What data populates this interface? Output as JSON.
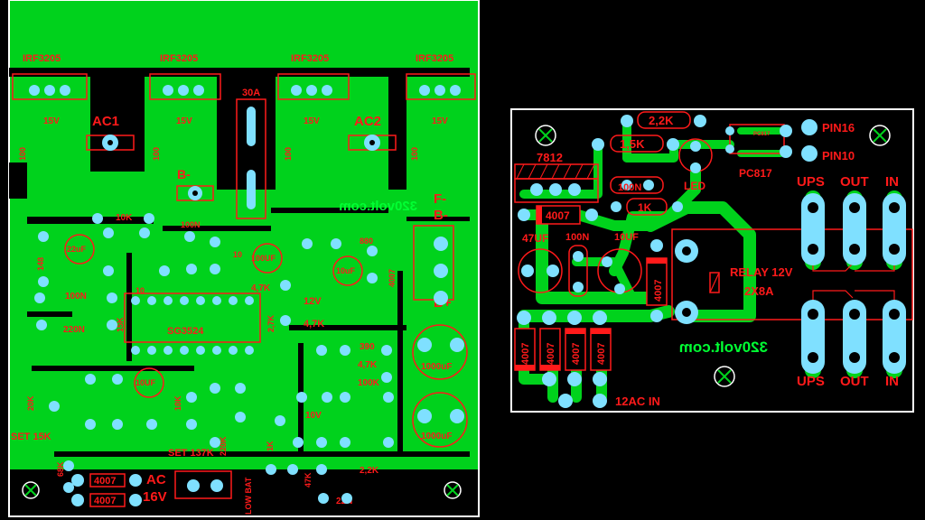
{
  "colors": {
    "background": "#000000",
    "copper": "#00d21c",
    "silkscreen": "#ff1a1a",
    "pad": "#7fe0ff",
    "outline": "#ffffff",
    "watermark": "#00ff33"
  },
  "left_board": {
    "mosfets": [
      "IRF3205",
      "IRF3205",
      "IRF3205",
      "IRF3205"
    ],
    "zeners": [
      "15V",
      "15V",
      "15V",
      "15V"
    ],
    "resistors_gate": [
      "100",
      "100",
      "100",
      "100"
    ],
    "ac1": "AC1",
    "ac2": "AC2",
    "b_minus_center": "B-",
    "fuse": "30A",
    "f_minus": "F-",
    "b_minus_right": "B-",
    "b_plus": "B+",
    "watermark": "320volt.com",
    "ic": "SG3524",
    "caps": [
      "1000uF",
      "1000uF",
      "100UF",
      "10uF",
      "10UF",
      "22uF"
    ],
    "components": [
      "10K",
      "100N",
      "148",
      "10",
      "880",
      "4007",
      "12V",
      "4,7K",
      "2,7K",
      "390",
      "4,7K",
      "100K",
      "10V",
      "220K",
      "1K",
      "47K",
      "22N",
      "2,2K",
      "100N",
      "220N",
      "15K",
      "20K",
      "68K",
      "10K",
      "4,7K",
      "10"
    ],
    "set15k": "SET 15K",
    "set137k": "SET 137K",
    "diodes": [
      "4007",
      "4007"
    ],
    "ac16v_1": "AC",
    "ac16v_2": "16V",
    "low_bat": "LOW BAT"
  },
  "right_board": {
    "reg": "7812",
    "r22k": "2,2K",
    "r15k": "1,5K",
    "led": "LED",
    "pc817": "PC817",
    "pc817_small": "PC817",
    "pin16": "PIN16",
    "pin10": "PIN10",
    "c100n_top": "100N",
    "r1k": "1K",
    "d4007_left": "4007",
    "c47uf": "47UF",
    "c100n_mid": "100N",
    "c10uf": "10UF",
    "d4007_vert": "4007",
    "relay": "RELAY 12V",
    "relay_rating": "2X8A",
    "ups_top": "UPS",
    "out_top": "OUT",
    "in_top": "IN",
    "ups_bottom": "UPS",
    "out_bottom": "OUT",
    "in_bottom": "IN",
    "watermark": "320volt.com",
    "bridge": [
      "4007",
      "4007",
      "4007",
      "4007"
    ],
    "ac_in": "12AC IN"
  }
}
